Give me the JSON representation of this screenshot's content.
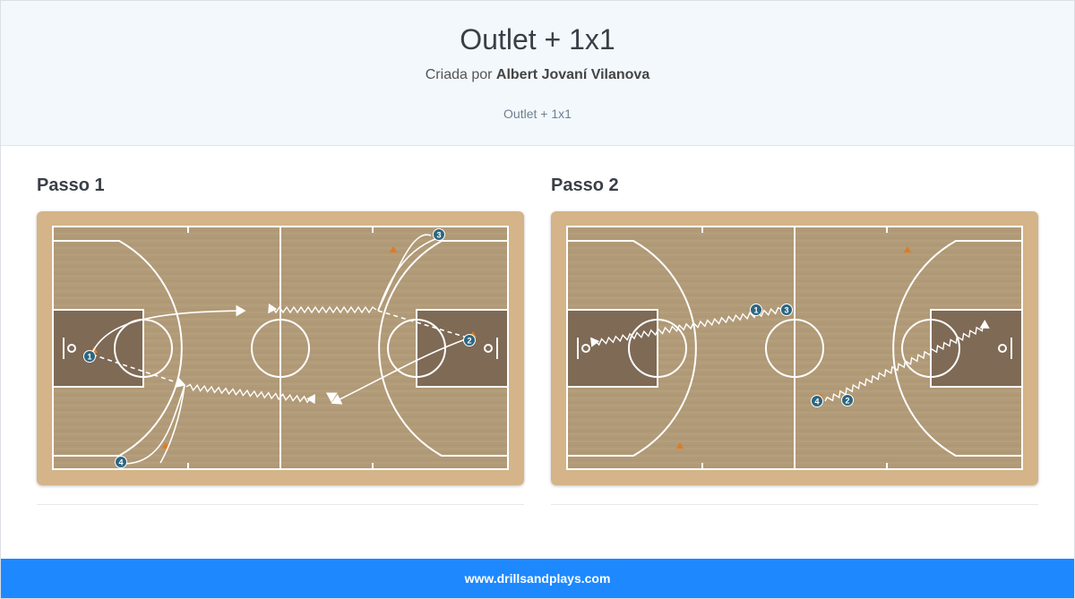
{
  "header": {
    "title": "Outlet + 1x1",
    "byline_prefix": "Criada por",
    "author": "Albert Jovaní Vilanova",
    "subtitle": "Outlet + 1x1"
  },
  "steps": [
    {
      "label": "Passo 1",
      "players": [
        "1",
        "2",
        "3",
        "4"
      ]
    },
    {
      "label": "Passo 2",
      "players": [
        "1",
        "2",
        "3",
        "4"
      ]
    }
  ],
  "footer": {
    "site": "www.drillsandplays.com"
  },
  "colors": {
    "court_wood": "#b39b78",
    "court_border": "#d6b58a",
    "paint": "#7f6a55",
    "player": "#2d6680",
    "cone": "#e07b1f",
    "footer_bg": "#1e88ff"
  }
}
